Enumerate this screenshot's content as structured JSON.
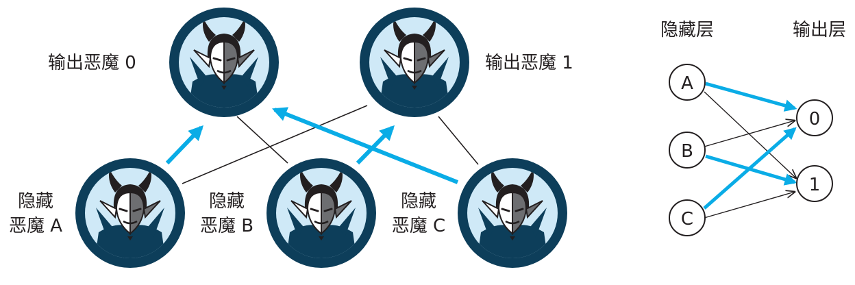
{
  "devils": {
    "out0": {
      "label": "输出恶魔 0"
    },
    "out1": {
      "label": "输出恶魔 1"
    },
    "hidA": {
      "label_line1": "隐藏",
      "label_line2": "恶魔 A"
    },
    "hidB": {
      "label_line1": "隐藏",
      "label_line2": "恶魔 B"
    },
    "hidC": {
      "label_line1": "隐藏",
      "label_line2": "恶魔 C"
    }
  },
  "network": {
    "hidden_header": "隐藏层",
    "output_header": "输出层",
    "hidden_nodes": [
      "A",
      "B",
      "C"
    ],
    "output_nodes": [
      "0",
      "1"
    ]
  },
  "colors": {
    "highlight": "#0aace6",
    "dark": "#0d3e5a",
    "light": "#cfe9f7",
    "line": "#231f20"
  }
}
